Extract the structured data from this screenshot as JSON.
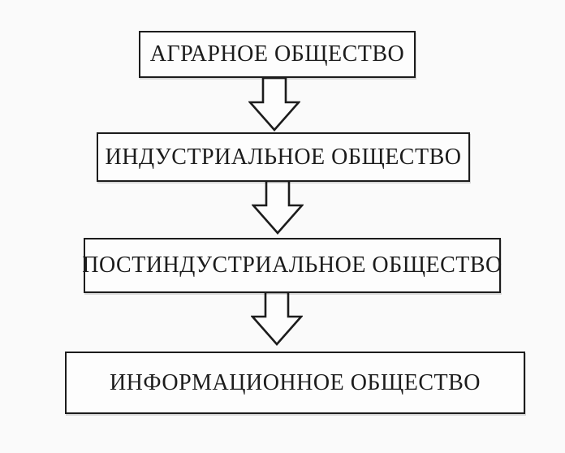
{
  "diagram": {
    "name": "society-evolution-flowchart",
    "direction": "top-to-bottom",
    "connector_style": "hollow-block-arrow-down",
    "colors": {
      "background": "#fafafa",
      "box_fill": "#fdfdfd",
      "line": "#1c1c1c",
      "text": "#1c1c1c"
    },
    "stages": [
      {
        "id": "agrarian",
        "label": "АГРАРНОЕ ОБЩЕСТВО"
      },
      {
        "id": "industrial",
        "label": "ИНДУСТРИАЛЬНОЕ ОБЩЕСТВО"
      },
      {
        "id": "postindustrial",
        "label": "ПОСТИНДУСТРИАЛЬНОЕ ОБЩЕСТВО"
      },
      {
        "id": "informational",
        "label": "ИНФОРМАЦИОННОЕ ОБЩЕСТВО"
      }
    ]
  }
}
